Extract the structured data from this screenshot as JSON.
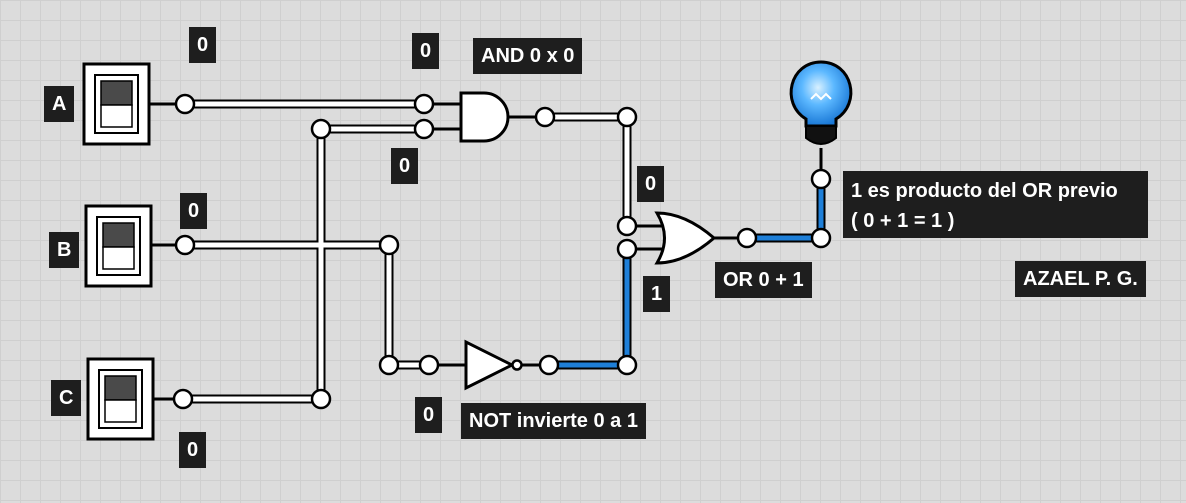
{
  "switches": [
    {
      "id": "A",
      "label": "A",
      "value": "0"
    },
    {
      "id": "B",
      "label": "B",
      "value": "0"
    },
    {
      "id": "C",
      "label": "C",
      "value": "0"
    }
  ],
  "gates": {
    "and": {
      "label": "AND 0 x 0",
      "in1": "0",
      "in2": "0"
    },
    "or": {
      "label": "OR 0 + 1",
      "in1": "0",
      "in2": "1"
    },
    "not": {
      "label": "NOT invierte 0 a 1",
      "in": "0"
    }
  },
  "output": {
    "line1": "1 es producto del OR previo",
    "line2": "( 0 + 1 = 1 )",
    "lit": true
  },
  "author": "AZAEL P. G.",
  "colors": {
    "background": "#dcdcdc",
    "wire_off": "#ffffff",
    "wire_on": "#1e7fd8",
    "label_bg": "#1e1e1e",
    "bulb": "#3aa7ff"
  }
}
